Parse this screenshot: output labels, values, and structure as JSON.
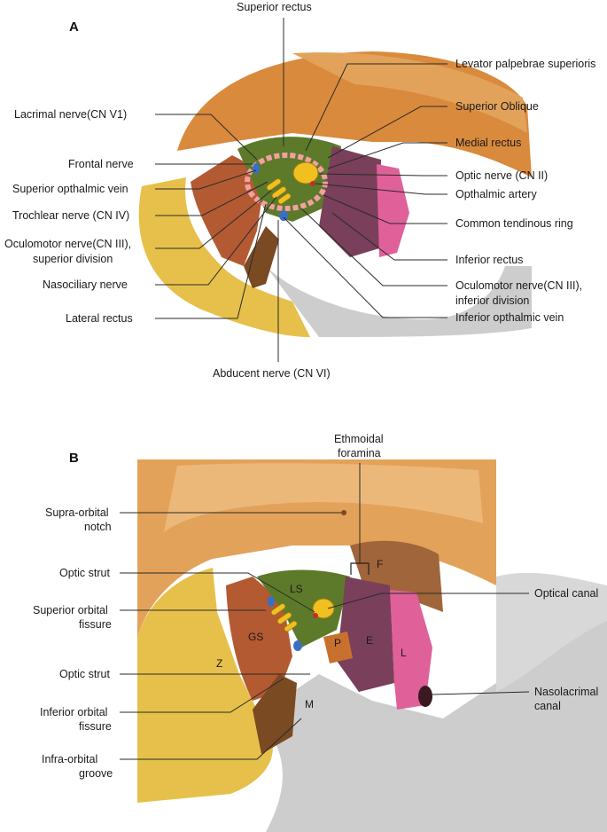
{
  "panelA": {
    "letter": "A",
    "labels": {
      "superior_rectus": "Superior rectus",
      "levator": "Levator palpebrae superioris",
      "lacrimal_nerve": "Lacrimal nerve(CN V1)",
      "superior_oblique": "Superior Oblique",
      "medial_rectus": "Medial rectus",
      "frontal_nerve": "Frontal nerve",
      "optic_nerve": "Optic nerve (CN II)",
      "superior_ophthalmic_vein": "Superior opthalmic vein",
      "ophthalmic_artery": "Opthalmic artery",
      "trochlear_nerve": "Trochlear nerve (CN IV)",
      "common_tendinous_ring": "Common tendinous ring",
      "oculomotor_sup_1": "Oculomotor nerve(CN III),",
      "oculomotor_sup_2": "superior division",
      "inferior_rectus": "Inferior rectus",
      "nasociliary_nerve": "Nasociliary nerve",
      "oculomotor_inf_1": "Oculomotor nerve(CN III),",
      "oculomotor_inf_2": "inferior division",
      "lateral_rectus": "Lateral rectus",
      "inferior_ophthalmic_vein": "Inferior opthalmic vein",
      "abducent_nerve": "Abducent nerve (CN VI)"
    }
  },
  "panelB": {
    "letter": "B",
    "labels": {
      "ethmoidal_1": "Ethmoidal",
      "ethmoidal_2": "foramina",
      "supraorbital_1": "Supra-orbital",
      "supraorbital_2": "notch",
      "optic_strut_upper": "Optic strut",
      "optical_canal": "Optical canal",
      "sof_1": "Superior orbital",
      "sof_2": "fissure",
      "optic_strut_lower": "Optic strut",
      "nasolacrimal_1": "Nasolacrimal",
      "nasolacrimal_2": "canal",
      "iof_1": "Inferior orbital",
      "iof_2": "fissure",
      "infraorbital_1": "Infra-orbital",
      "infraorbital_2": "groove"
    },
    "bones": {
      "F": "F",
      "LS": "LS",
      "GS": "GS",
      "E": "E",
      "L": "L",
      "Z": "Z",
      "P": "P",
      "M": "M"
    }
  },
  "colors": {
    "frontal": "#d98a3c",
    "frontal_light": "#e3a25a",
    "greater_wing": "#b35a32",
    "lesser_wing": "#5c7a2a",
    "ethmoid": "#7a3f5a",
    "lacrimal": "#e0609a",
    "zygomatic": "#e6c04a",
    "maxilla": "#cdcdcd",
    "palatine": "#c8702e",
    "nerve": "#f0c020",
    "vein": "#3a6fc4",
    "ring": "#f2a0a0",
    "fissure": "#7a4a22"
  }
}
